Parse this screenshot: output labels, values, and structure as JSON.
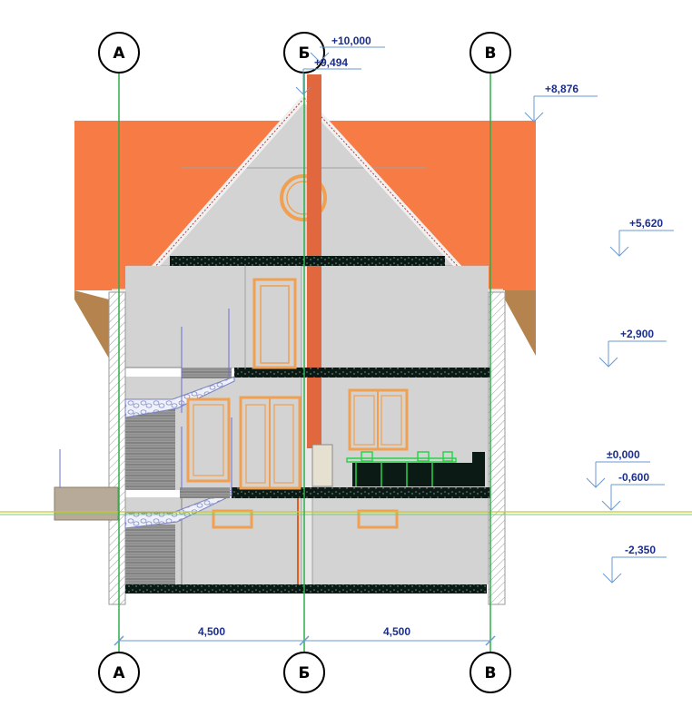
{
  "axes": {
    "top": [
      "А",
      "Б",
      "В"
    ],
    "bottom": [
      "А",
      "Б",
      "В"
    ]
  },
  "elevations": [
    "+10,000",
    "+9,494",
    "+8,876",
    "+5,620",
    "+2,900",
    "±0,000",
    "-0,600",
    "-2,350"
  ],
  "dimensions": [
    "4,500",
    "4,500"
  ],
  "colors": {
    "roof": "#f77b44",
    "wall": "#d3d3d3",
    "slab": "#0b1a14",
    "chimney": "#e0673e",
    "window_frame": "#f0a050",
    "axis_line": "#2bb04a",
    "annotation": "#1b2e8c",
    "ground": "#c8c830"
  }
}
